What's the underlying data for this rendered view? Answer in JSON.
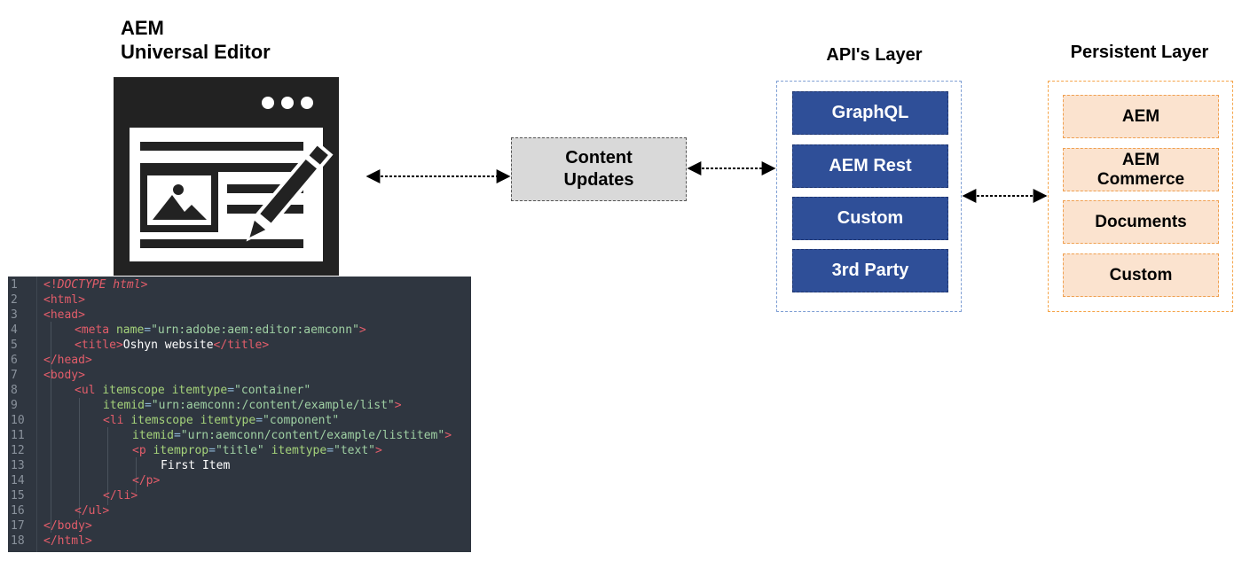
{
  "editor": {
    "title_line1": "AEM",
    "title_line2": "Universal Editor",
    "icon": "browser-window-edit-icon"
  },
  "code": {
    "lines": [
      {
        "n": "1"
      },
      {
        "n": "2"
      },
      {
        "n": "3"
      },
      {
        "n": "4"
      },
      {
        "n": "5"
      },
      {
        "n": "6"
      },
      {
        "n": "7"
      },
      {
        "n": "8"
      },
      {
        "n": "9"
      },
      {
        "n": "10"
      },
      {
        "n": "11"
      },
      {
        "n": "12"
      },
      {
        "n": "13"
      },
      {
        "n": "14"
      },
      {
        "n": "15"
      },
      {
        "n": "16"
      },
      {
        "n": "17"
      },
      {
        "n": "18"
      }
    ],
    "tokens": {
      "doctype_open": "<!",
      "doctype_kw": "DOCTYPE",
      "doctype_html": "html",
      "html": "html",
      "head": "head",
      "meta": "meta",
      "name_attr": "name",
      "meta_value": "\"urn:adobe:aem:editor:aemconn\"",
      "title": "title",
      "title_text": "Oshyn website",
      "body": "body",
      "ul": "ul",
      "itemscope": "itemscope",
      "itemtype": "itemtype",
      "container": "\"container\"",
      "itemid": "itemid",
      "list_id": "\"urn:aemconn:/content/example/list\"",
      "li": "li",
      "component": "\"component\"",
      "listitem_id": "\"urn:aemconn/content/example/listitem\"",
      "p": "p",
      "itemprop": "itemprop",
      "title_val": "\"title\"",
      "text_val": "\"text\"",
      "first_item": "First Item"
    }
  },
  "content_updates": {
    "line1": "Content",
    "line2": "Updates"
  },
  "api_layer": {
    "title": "API's Layer",
    "items": [
      "GraphQL",
      "AEM Rest",
      "Custom",
      "3rd Party"
    ]
  },
  "persistent_layer": {
    "title": "Persistent Layer",
    "items": [
      {
        "line1": "AEM",
        "line2": ""
      },
      {
        "line1": "AEM",
        "line2": "Commerce"
      },
      {
        "line1": "Documents",
        "line2": ""
      },
      {
        "line1": "Custom",
        "line2": ""
      }
    ]
  },
  "colors": {
    "api_fill": "#2f4f98",
    "persistent_fill": "#fbe3cf",
    "content_fill": "#d9d9d9",
    "code_bg": "#2f3640"
  }
}
